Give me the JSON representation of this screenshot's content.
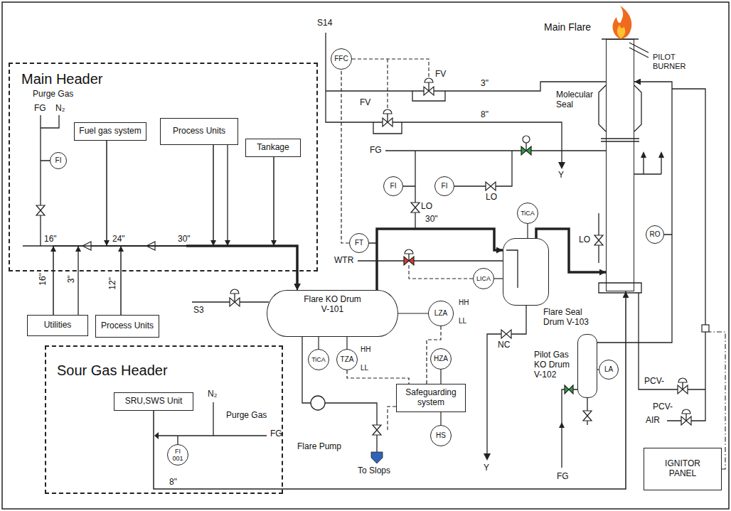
{
  "diagram": {
    "nodes": [
      {
        "text": [
          "Main Header"
        ]
      },
      {
        "text": [
          "FI"
        ],
        "in": 0
      },
      {
        "text": [
          "Fuel gas system"
        ],
        "in": 0
      },
      {
        "text": [
          "Process Units"
        ],
        "in": 0
      },
      {
        "text": [
          "Tankage"
        ],
        "in": 0
      },
      {
        "text": [
          "Utilities"
        ]
      },
      {
        "text": [
          "Process Units"
        ]
      },
      {
        "text": [
          "Sour Gas Header"
        ]
      },
      {
        "text": [
          "SRU,SWS Unit"
        ],
        "in": 7
      },
      {
        "text": [
          "FI 001"
        ],
        "in": 7
      },
      {
        "text": [
          "FFC"
        ]
      },
      {
        "text": [
          "FI"
        ]
      },
      {
        "text": [
          "FI"
        ]
      },
      {
        "text": [
          "FT"
        ]
      },
      {
        "text": [
          "TiCA"
        ]
      },
      {
        "text": [
          "Flare KO Drum",
          "V-101"
        ]
      },
      {
        "text": [
          "LICA"
        ]
      },
      {
        "text": [
          "Flare Seal Drum V-103"
        ]
      },
      {
        "text": [
          "Main Flare"
        ]
      },
      {
        "text": [
          "LZA",
          "HH",
          "LL"
        ]
      },
      {
        "text": [
          "TiCA"
        ]
      },
      {
        "text": [
          "TZA",
          "HH",
          "LL"
        ]
      },
      {
        "text": [
          "HZA"
        ]
      },
      {
        "text": [
          "Safeguarding system"
        ]
      },
      {
        "text": [
          "HS"
        ]
      },
      {
        "text": [
          "Pilot Gas KO Drum V-102"
        ]
      },
      {
        "text": [
          "LA"
        ]
      },
      {
        "text": [
          "RO"
        ]
      },
      {
        "text": [
          "IGNITOR PANEL"
        ]
      }
    ],
    "edges": [
      {
        "from": 2,
        "to": 15,
        "arrow": "to"
      },
      {
        "from": 3,
        "to": 15,
        "arrow": "to"
      },
      {
        "from": 4,
        "to": 15,
        "arrow": "to"
      },
      {
        "from": 5,
        "to": 15,
        "arrow": "to"
      },
      {
        "from": 6,
        "to": 15,
        "arrow": "to"
      },
      {
        "from": 15,
        "to": 17,
        "arrow": "to"
      },
      {
        "from": 17,
        "to": 18,
        "arrow": "to"
      },
      {
        "from": 8,
        "to": 18,
        "arrow": "to"
      },
      {
        "from": 25,
        "to": 18,
        "arrow": "to"
      },
      {
        "from": 19,
        "to": 23,
        "arrow": "none"
      },
      {
        "from": 21,
        "to": 23,
        "arrow": "none"
      },
      {
        "from": 22,
        "to": 23,
        "arrow": "none"
      },
      {
        "from": 24,
        "to": 23,
        "arrow": "none"
      },
      {
        "from": 13,
        "to": 10,
        "arrow": "none"
      },
      {
        "from": 15,
        "to": 19,
        "arrow": "none"
      },
      {
        "from": 15,
        "to": 20,
        "arrow": "none"
      },
      {
        "from": 15,
        "to": 21,
        "arrow": "none"
      },
      {
        "from": 17,
        "to": 16,
        "arrow": "none"
      },
      {
        "from": 14,
        "to": 17,
        "arrow": "none"
      },
      {
        "from": 25,
        "to": 26,
        "arrow": "none"
      }
    ],
    "labels": [
      "Purge Gas",
      "FG",
      "N₂",
      "16\"",
      "24\"",
      "30\"",
      "16\"",
      "3\"",
      "12\"",
      "N₂",
      "Purge Gas",
      "FG",
      "8\"",
      "S3",
      "S14",
      "FV",
      "FV",
      "3\"",
      "8\"",
      "FG",
      "LO",
      "LO",
      "30\"",
      "WTR",
      "Molecular Seal",
      "PILOT BURNER",
      "LO",
      "Flare Pump",
      "To Slops",
      "NC",
      "FG",
      "PCV-",
      "PCV-",
      "AIR",
      "Y",
      "Y"
    ]
  }
}
